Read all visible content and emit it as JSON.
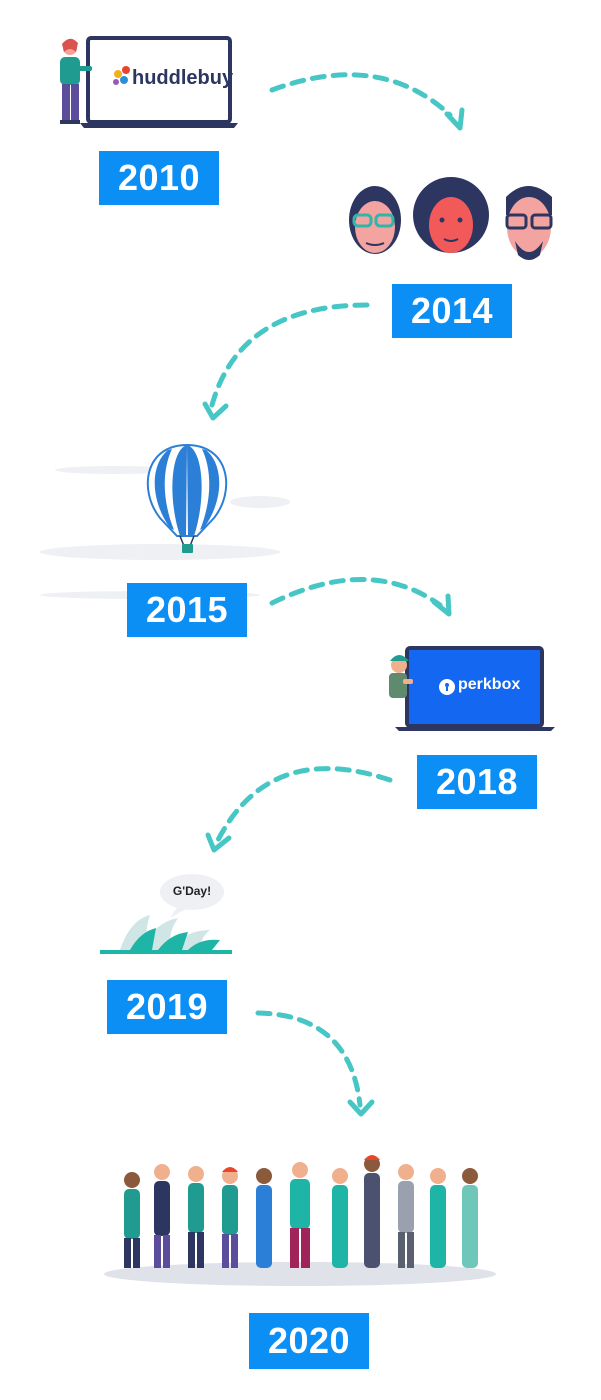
{
  "colors": {
    "year_box": "#0b8ff5",
    "arrow": "#46c6c4",
    "navy": "#2d3660",
    "perkbox_blue": "#1467f0"
  },
  "milestones": [
    {
      "year": "2010",
      "illustration": "huddlebuy-laptop",
      "logo": "huddlebuy"
    },
    {
      "year": "2014",
      "illustration": "three-founders-faces"
    },
    {
      "year": "2015",
      "illustration": "hot-air-balloon"
    },
    {
      "year": "2018",
      "illustration": "perkbox-laptop",
      "logo": "perkbox"
    },
    {
      "year": "2019",
      "illustration": "sydney-opera-house",
      "speech": "G'Day!"
    },
    {
      "year": "2020",
      "illustration": "group-of-workers"
    }
  ]
}
